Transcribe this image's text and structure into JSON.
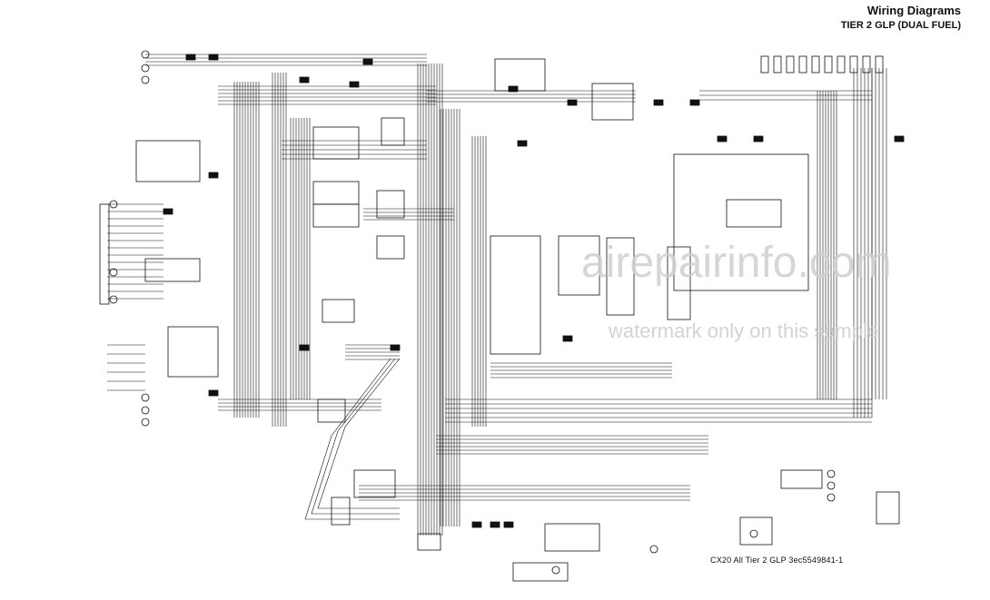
{
  "header": {
    "title": "Wiring Diagrams",
    "subtitle": "TIER 2 GLP (DUAL FUEL)"
  },
  "footer": {
    "reference": "CX20 All Tier 2 GLP 3ec5549841-1"
  },
  "watermark": {
    "site": "airepairinfo.com",
    "notice": "watermark only on this sample"
  },
  "colors": {
    "line": "#111111",
    "watermark": "#cfcfcf"
  }
}
